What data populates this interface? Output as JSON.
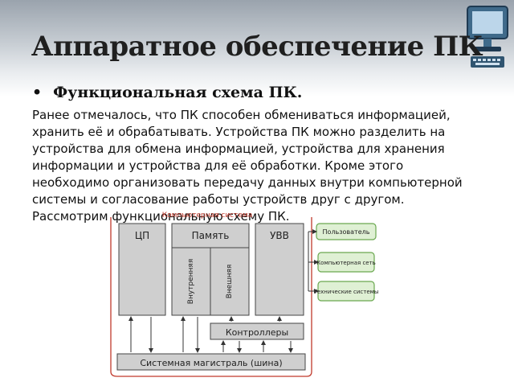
{
  "slide": {
    "title": "Аппаратное обеспечение ПК",
    "bullet": "Функциональная схема ПК.",
    "paragraph": "Ранее отмечалось, что ПК способен обмениваться информацией, хранить её и обрабатывать. Устройства ПК можно разделить на устройства для обмена информацией, устройства для хранения информации и устройства для её обработки. Кроме этого необходимо организовать передачу данных внутри компьютерной системы и согласование работы устройств друг с другом. Рассмотрим функциональную схему ПК."
  },
  "diagram": {
    "frame_label": "Компьютерная система",
    "cpu": "ЦП",
    "memory": "Память",
    "memory_internal": "Внутренняя",
    "memory_external": "Внешняя",
    "io": "УВВ",
    "controllers": "Контроллеры",
    "bus": "Системная магистраль (шина)",
    "external": [
      "Пользователь",
      "Компьютерная сеть",
      "Технические системы"
    ]
  },
  "colors": {
    "block_fill": "#cfcfcf",
    "block_stroke": "#444444",
    "frame_stroke": "#c0392b",
    "green_fill": "#dff0d4",
    "green_stroke": "#6aa84f"
  },
  "icons": {
    "corner": "computer-monitor-icon"
  }
}
